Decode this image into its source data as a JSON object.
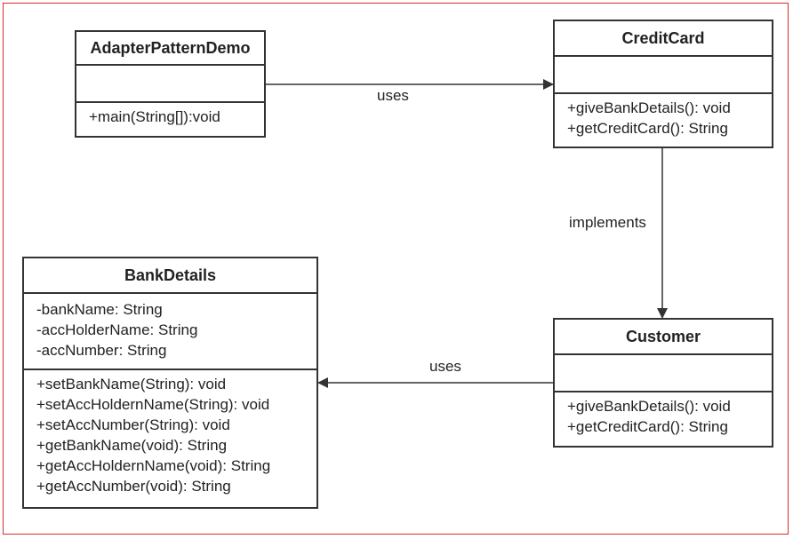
{
  "classes": {
    "adapter_demo": {
      "name": "AdapterPatternDemo",
      "attributes": [],
      "methods": [
        "+main(String[]):void"
      ]
    },
    "credit_card": {
      "name": "CreditCard",
      "attributes": [],
      "methods": [
        "+giveBankDetails(): void",
        "+getCreditCard(): String"
      ]
    },
    "bank_details": {
      "name": "BankDetails",
      "attributes": [
        "-bankName: String",
        "-accHolderName: String",
        "-accNumber: String"
      ],
      "methods": [
        "+setBankName(String): void",
        "+setAccHoldernName(String): void",
        "+setAccNumber(String): void",
        "+getBankName(void): String",
        "+getAccHoldernName(void): String",
        "+getAccNumber(void): String"
      ]
    },
    "customer": {
      "name": "Customer",
      "attributes": [],
      "methods": [
        "+giveBankDetails(): void",
        "+getCreditCard(): String"
      ]
    }
  },
  "relations": {
    "demo_to_creditcard": "uses",
    "creditcard_to_customer": "implements",
    "customer_to_bankdetails": "uses"
  },
  "colors": {
    "frame": "#e0282c",
    "stroke": "#333333"
  }
}
